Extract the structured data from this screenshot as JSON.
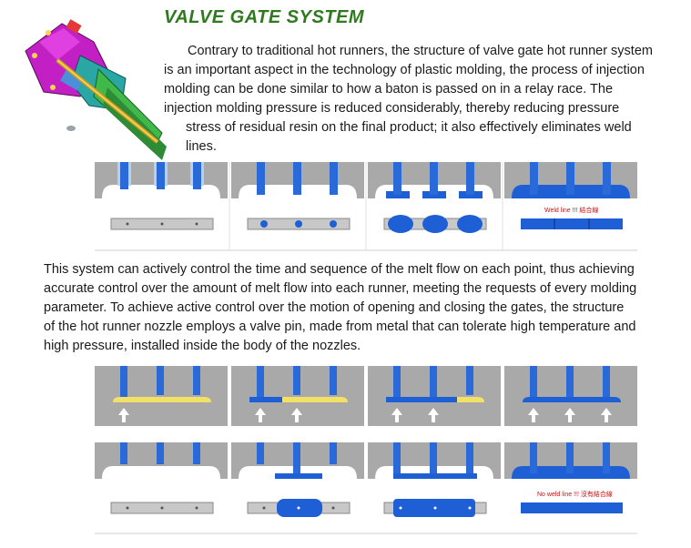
{
  "heading": "VALVE GATE SYSTEM",
  "paragraph1": {
    "line1": "Contrary to traditional hot runners, the structure of valve gate hot runner system",
    "line2": "is an important aspect in the technology of plastic molding, the process of injection",
    "line3": "molding can be done similar to how a baton is passed on in a relay race. The",
    "line4": "injection molding pressure is reduced considerably, thereby reducing pressure",
    "line5": "stress of residual resin on the final product; it also effectively eliminates weld",
    "line6": "lines."
  },
  "paragraph2": {
    "line1": "This system can actively control the time and sequence of the melt flow on each point, thus achieving",
    "line2": "accurate control over the amount of melt flow into each runner, meeting the requests of every molding",
    "line3": "parameter. To achieve active control over the motion of opening and closing the gates, the structure",
    "line4": "of the hot runner nozzle employs a valve pin, made from metal that can tolerate high temperature and",
    "line5": "high pressure, installed inside the body of the nozzles."
  },
  "annotations": {
    "weld_line": "Weld line !!!  結合線",
    "no_weld_line": "No weld line !!!  沒有結合線"
  },
  "colors": {
    "heading": "#2f7a1f",
    "melt": "#1f5fd6",
    "mold": "#a9a9a9",
    "warn_text": "#cc1111"
  }
}
